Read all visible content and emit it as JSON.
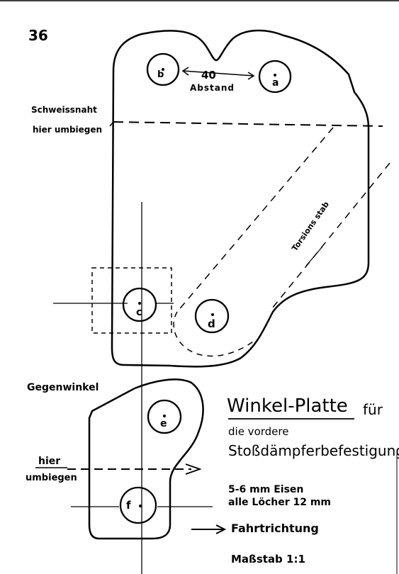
{
  "page_number": "36",
  "labels": {
    "distance_value": "40",
    "distance_word": "Abstand",
    "weld_seam": "Schweissnaht",
    "bend_here_top": "hier umbiegen",
    "torsion_bar": "Torsions stab",
    "counter_angle": "Gegenwinkel",
    "bend_here_bottom_1": "hier",
    "bend_here_bottom_2": "umbiegen"
  },
  "holes": {
    "a": "a",
    "b": "b",
    "c": "c",
    "d": "d",
    "e": "e",
    "f": "f"
  },
  "title": {
    "main": "Winkel-Platte",
    "for": "für",
    "line2": "die vordere",
    "line3": "Stoßdämpferbefestigung"
  },
  "specs": {
    "material": "5-6 mm Eisen",
    "holes": "alle Löcher 12 mm",
    "direction": "Fahrtrichtung",
    "scale": "Maßstab 1:1"
  },
  "colors": {
    "ink": "#000000",
    "paper": "#ffffff"
  }
}
